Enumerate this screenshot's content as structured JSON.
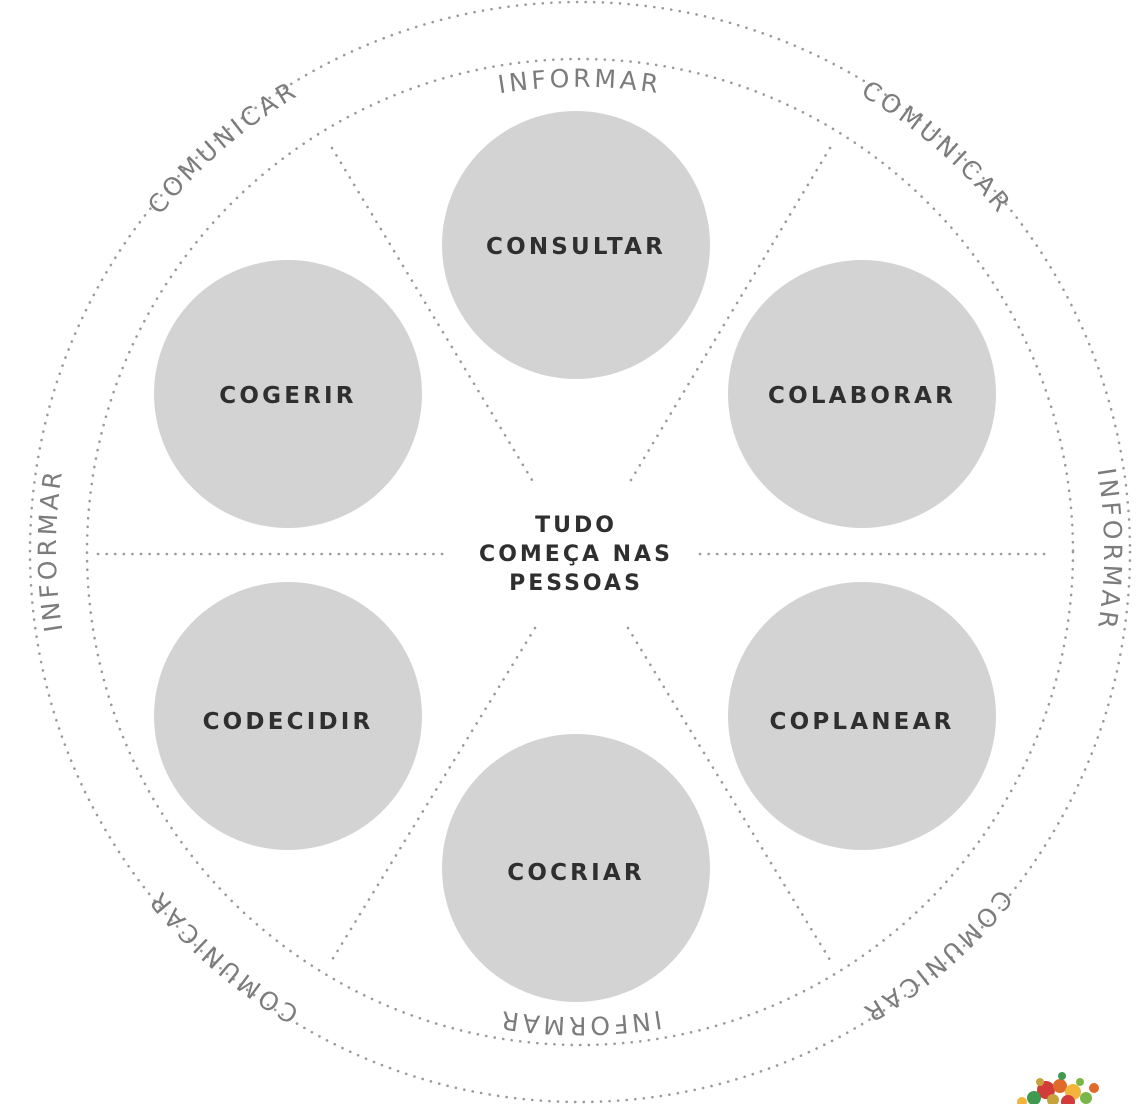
{
  "diagram": {
    "center_text": [
      "TUDO",
      "COMEÇA NAS",
      "PESSOAS"
    ],
    "bubbles": [
      {
        "id": "consultar",
        "label": "CONSULTAR"
      },
      {
        "id": "colaborar",
        "label": "COLABORAR"
      },
      {
        "id": "coplanear",
        "label": "COPLANEAR"
      },
      {
        "id": "cocriar",
        "label": "COCRIAR"
      },
      {
        "id": "codecidir",
        "label": "CODECIDIR"
      },
      {
        "id": "cogerir",
        "label": "COGERIR"
      }
    ],
    "ring_words": [
      {
        "id": "top",
        "label": "INFORMAR"
      },
      {
        "id": "upper-right",
        "label": "COMUNICAR"
      },
      {
        "id": "right",
        "label": "INFORMAR"
      },
      {
        "id": "lower-right",
        "label": "COMUNICAR"
      },
      {
        "id": "bottom",
        "label": "INFORMAR"
      },
      {
        "id": "lower-left",
        "label": "COMUNICAR"
      },
      {
        "id": "left",
        "label": "INFORMAR"
      },
      {
        "id": "upper-left",
        "label": "COMUNICAR"
      }
    ],
    "colors": {
      "bubble_fill": "#d3d3d3",
      "bubble_text": "#2f2f2f",
      "ring_text": "#7c7c7c",
      "dotted_line": "#9a9a9a"
    },
    "logo": {
      "name": "colored-dots-logo",
      "dot_colors": [
        "#d33a3a",
        "#e06a2a",
        "#f2b43c",
        "#7ab648",
        "#3f9a4f",
        "#c8a23a"
      ]
    }
  }
}
